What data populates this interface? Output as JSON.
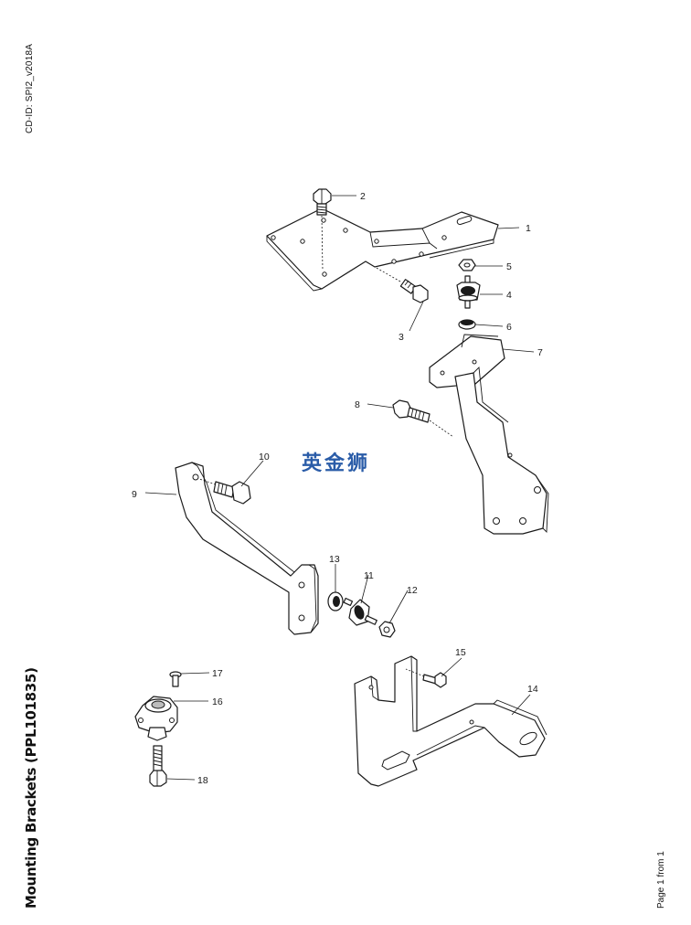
{
  "document": {
    "cd_id": "CD-ID: SPI2_v2018A",
    "title": "Mounting Brackets (PPL101835)",
    "page_indicator": "Page 1 from 1"
  },
  "watermark": "英金狮",
  "callouts": [
    "1",
    "2",
    "3",
    "4",
    "5",
    "6",
    "7",
    "8",
    "9",
    "10",
    "11",
    "12",
    "13",
    "14",
    "15",
    "16",
    "17",
    "18"
  ]
}
